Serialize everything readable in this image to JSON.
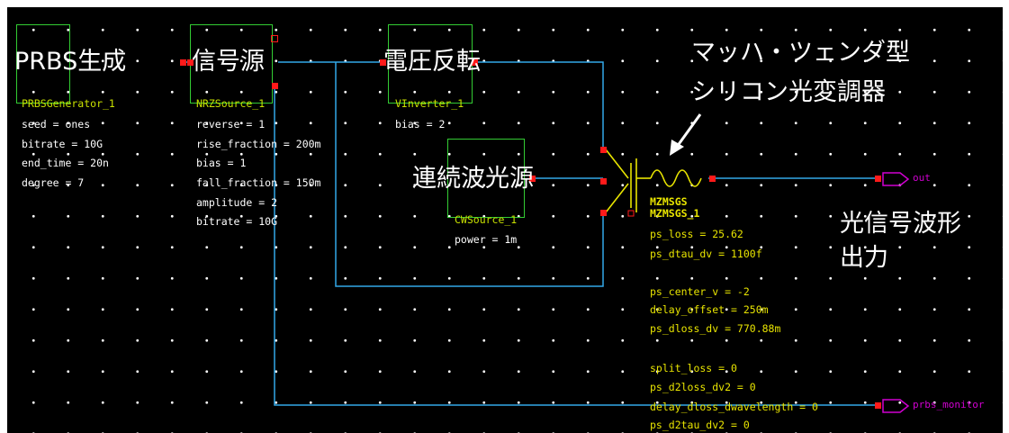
{
  "blocks": {
    "prbs": {
      "instance": "PRBSGenerator_1",
      "params": [
        "seed = ones",
        "bitrate = 10G",
        "end_time = 20n",
        "degree = 7"
      ],
      "jp_label": "PRBS生成"
    },
    "nrz": {
      "instance": "NRZSource_1",
      "params": [
        "reverse = 1",
        "rise_fraction = 200m",
        "bias = 1",
        "fall_fraction = 150m",
        "amplitude = 2",
        "bitrate = 10G"
      ],
      "jp_label": "信号源"
    },
    "vinv": {
      "instance": "VInverter_1",
      "params": [
        "bias = 2"
      ],
      "jp_label": "電圧反転"
    },
    "cw": {
      "instance": "CWSource_1",
      "params": [
        "power = 1m"
      ],
      "jp_label": "連続波光源"
    },
    "mzm": {
      "type_name": "MZMSGS",
      "instance": "MZMSGS_1",
      "params": [
        "ps_loss = 25.62",
        "ps_dtau_dv = 1100f",
        "",
        "ps_center_v = -2",
        "delay_offset = 250m",
        "ps_dloss_dv = 770.88m",
        "",
        "split_loss = 0",
        "ps_d2loss_dv2 = 0",
        "delay_dloss_dwavelength = 0",
        "ps_d2tau_dv2 = 0"
      ],
      "jp_label_line1": "マッハ・ツェンダ型",
      "jp_label_line2": "シリコン光変調器"
    }
  },
  "outputs": {
    "out": "out",
    "prbs_monitor": "prbs_monitor",
    "jp_out_line1": "光信号波形",
    "jp_out_line2": "出力"
  },
  "colors": {
    "background": "#000000",
    "wire": "#33a8e8",
    "port": "#ff1a1a",
    "block_border": "#33cc33",
    "output_marker": "#d000d0",
    "mzm_symbol": "#e8e400"
  },
  "icons": {
    "arrow": "arrow-down-left-icon",
    "mzm": "modulator-symbol-icon",
    "output": "output-pin-icon"
  }
}
